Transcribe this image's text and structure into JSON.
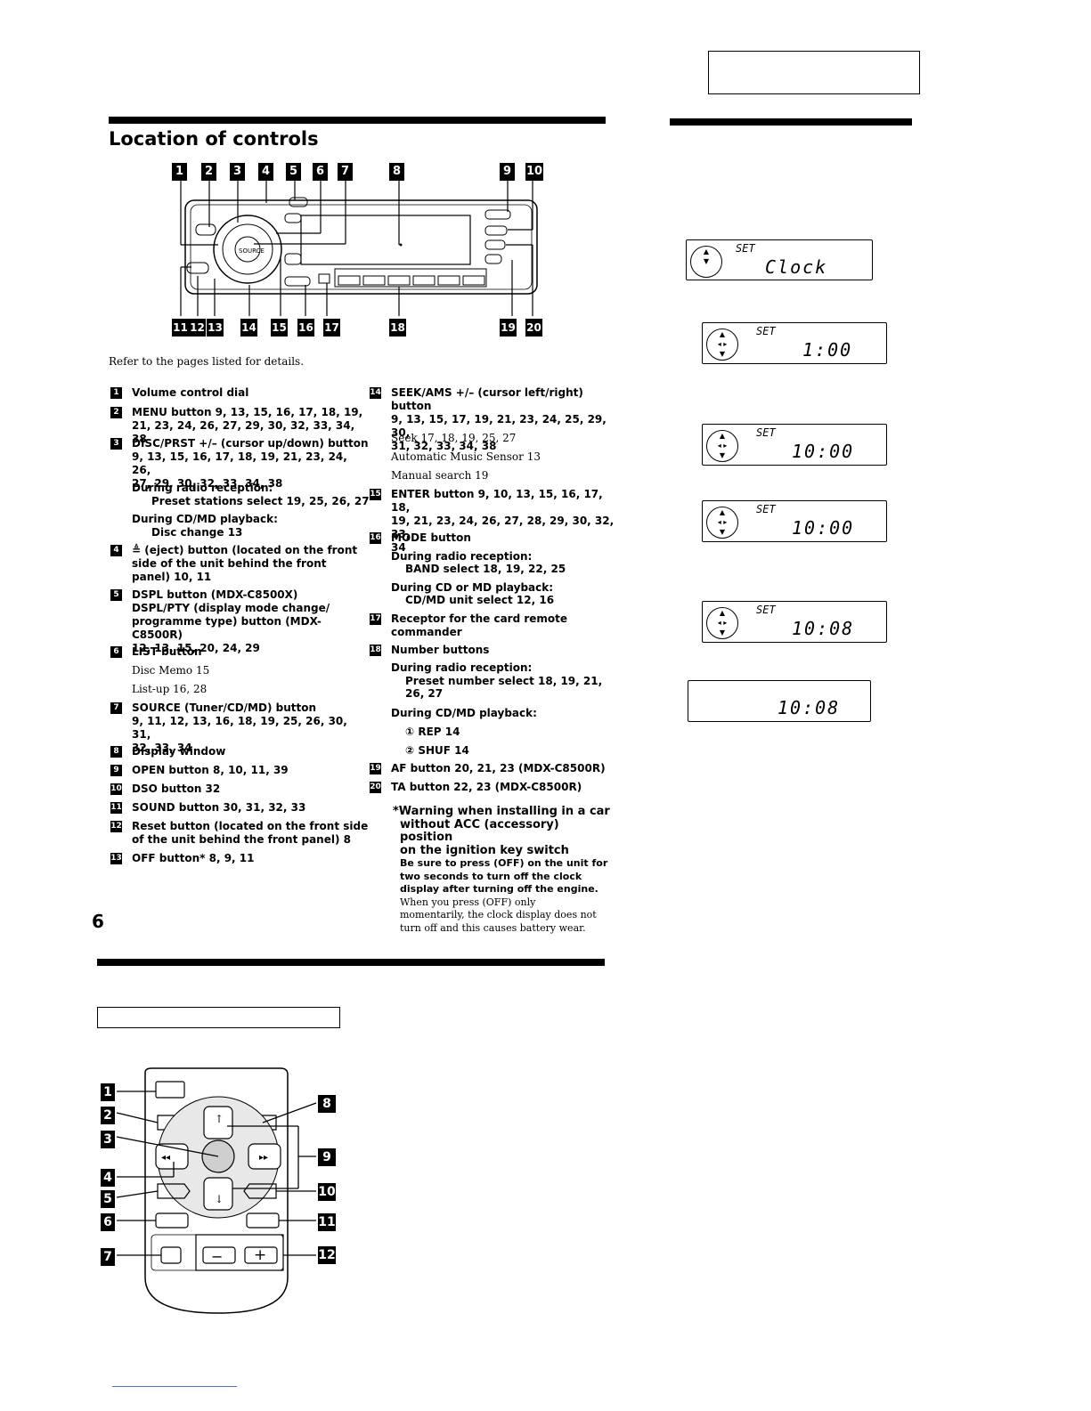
{
  "page": {
    "title": "Location of controls",
    "refer_text": "Refer to the pages listed for details.",
    "page_number": "6"
  },
  "unit_callouts_top": [
    "1",
    "2",
    "3",
    "4",
    "5",
    "6",
    "7",
    "8",
    "9",
    "10"
  ],
  "unit_callouts_bottom": [
    "11",
    "12",
    "13",
    "14",
    "15",
    "16",
    "17",
    "18",
    "19",
    "20"
  ],
  "left_items": [
    {
      "n": "1",
      "text": "Volume control dial"
    },
    {
      "n": "2",
      "text": "MENU button  9, 13, 15, 16, 17, 18, 19,\n21, 23, 24, 26, 27, 29, 30, 32, 33, 34, 38"
    },
    {
      "n": "3",
      "text": "DISC/PRST +/– (cursor up/down) button\n9, 13, 15, 16, 17, 18, 19, 21, 23, 24, 26,\n27, 29, 30, 32, 33, 34, 38"
    },
    {
      "n": "4",
      "text": "≜ (eject) button (located on the front\nside of the unit behind the front\npanel)  10, 11"
    },
    {
      "n": "5",
      "text": "DSPL button (MDX-C8500X)\nDSPL/PTY (display mode change/\nprogramme type) button (MDX-C8500R)\n12, 13, 15, 20, 24, 29"
    },
    {
      "n": "6",
      "text": "LIST  button"
    },
    {
      "n": "7",
      "text": "SOURCE (Tuner/CD/MD)  button\n9, 11, 12, 13, 16, 18, 19, 25, 26, 30, 31,\n32, 33, 34"
    },
    {
      "n": "8",
      "text": "Display window"
    },
    {
      "n": "9",
      "text": "OPEN button  8, 10, 11, 39"
    },
    {
      "n": "10",
      "text": "DSO button  32"
    },
    {
      "n": "11",
      "text": "SOUND button  30, 31, 32, 33"
    },
    {
      "n": "12",
      "text": "Reset button (located on the front side\nof the unit behind the front panel)  8"
    },
    {
      "n": "13",
      "text": "OFF button*  8, 9, 11"
    }
  ],
  "left_subs": {
    "radio_heading": "During radio reception:",
    "radio_value": "Preset stations select   19, 25, 26, 27",
    "cd_heading": "During CD/MD playback:",
    "cd_value": "Disc change  13",
    "disc_memo": "Disc Memo  15",
    "list_up": "List-up  16, 28"
  },
  "right_items": [
    {
      "n": "14",
      "text": "SEEK/AMS +/– (cursor left/right) button\n9, 13, 15, 17, 19, 21, 23, 24, 25, 29, 30,\n31, 32, 33, 34, 38"
    },
    {
      "n": "15",
      "text": "ENTER button  9, 10, 13, 15, 16, 17, 18,\n19, 21, 23, 24, 26, 27, 28, 29, 30, 32, 33,\n34"
    },
    {
      "n": "16",
      "text": "MODE button"
    },
    {
      "n": "17",
      "text": "Receptor for the card remote\ncommander"
    },
    {
      "n": "18",
      "text": "Number buttons"
    },
    {
      "n": "19",
      "text": "AF button  20, 21, 23 (MDX-C8500R)"
    },
    {
      "n": "20",
      "text": "TA button  22, 23 (MDX-C8500R)"
    }
  ],
  "right_subs": {
    "seek": "Seek  17, 18, 19, 25, 27",
    "ams": "Automatic Music Sensor  13",
    "manual": "Manual search  19",
    "mode_radio_h": "During radio reception:",
    "mode_radio_v": "BAND select   18, 19, 22, 25",
    "mode_cd_h": "During CD or MD playback:",
    "mode_cd_v": "CD/MD unit select  12, 16",
    "num_radio_h": "During radio reception:",
    "num_radio_v1": "Preset number select   18, 19, 21,",
    "num_radio_v2": "26, 27",
    "num_cd_h": "During CD/MD playback:",
    "rep": "① REP   14",
    "shuf": "② SHUF   14"
  },
  "warning": {
    "heading1": "*Warning when installing in a car",
    "heading2": "without ACC (accessory) position",
    "heading3": "on the ignition key switch",
    "body1": "Be sure to press (OFF) on the unit for",
    "body2": "two seconds to turn off the clock",
    "body3": "display after turning off the engine.",
    "body4": "When you press (OFF) only",
    "body5": "momentarily, the clock display does not",
    "body6": "turn off and this causes battery wear."
  },
  "lcd_displays": [
    {
      "set": "SET",
      "value": "Clock"
    },
    {
      "set": "SET",
      "value": "1:00"
    },
    {
      "set": "SET",
      "value": "10:00"
    },
    {
      "set": "SET",
      "value": "10:00"
    },
    {
      "set": "SET",
      "value": "10:08"
    },
    {
      "set": "",
      "value": "10:08"
    }
  ],
  "remote": {
    "left_labels": [
      "1",
      "2",
      "3",
      "4",
      "5",
      "6",
      "7"
    ],
    "right_labels": [
      "8",
      "9",
      "10",
      "11",
      "12"
    ],
    "minus": "−",
    "plus": "+"
  }
}
